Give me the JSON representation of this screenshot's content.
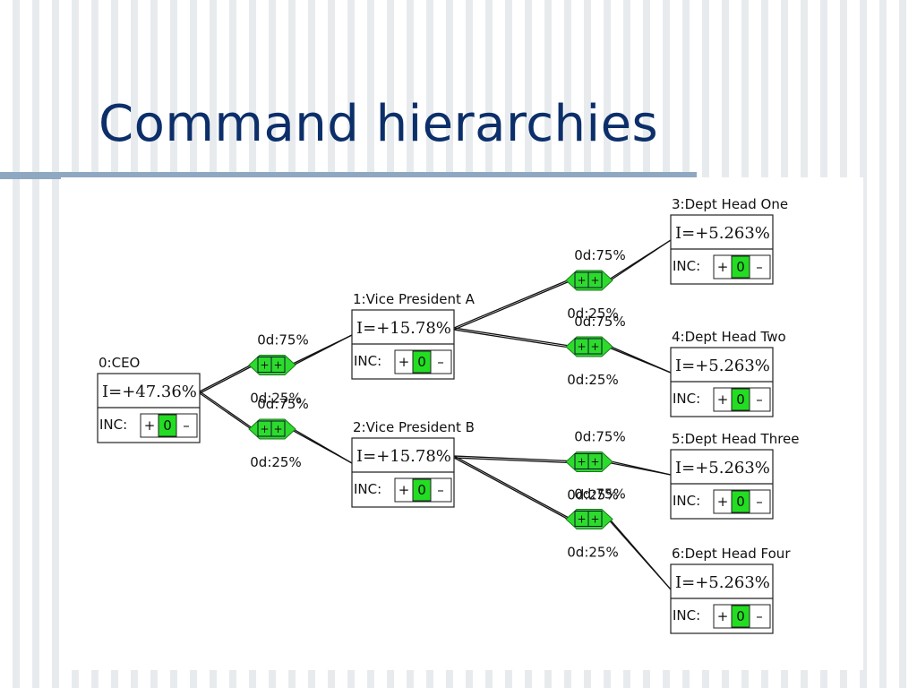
{
  "slide": {
    "title": "Command hierarchies"
  },
  "nodes": [
    {
      "id": "ceo",
      "label": "0:CEO",
      "influence": "I=+47.36%",
      "inc_label": "INC:",
      "plus": "+",
      "value": "0",
      "minus": "–"
    },
    {
      "id": "vpa",
      "label": "1:Vice President A",
      "influence": "I=+15.78%",
      "inc_label": "INC:",
      "plus": "+",
      "value": "0",
      "minus": "–"
    },
    {
      "id": "vpb",
      "label": "2:Vice President B",
      "influence": "I=+15.78%",
      "inc_label": "INC:",
      "plus": "+",
      "value": "0",
      "minus": "–"
    },
    {
      "id": "dh1",
      "label": "3:Dept Head One",
      "influence": "I=+5.263%",
      "inc_label": "INC:",
      "plus": "+",
      "value": "0",
      "minus": "–"
    },
    {
      "id": "dh2",
      "label": "4:Dept Head Two",
      "influence": "I=+5.263%",
      "inc_label": "INC:",
      "plus": "+",
      "value": "0",
      "minus": "–"
    },
    {
      "id": "dh3",
      "label": "5:Dept Head Three",
      "influence": "I=+5.263%",
      "inc_label": "INC:",
      "plus": "+",
      "value": "0",
      "minus": "–"
    },
    {
      "id": "dh4",
      "label": "6:Dept Head Four",
      "influence": "I=+5.263%",
      "inc_label": "INC:",
      "plus": "+",
      "value": "0",
      "minus": "–"
    }
  ],
  "edges": [
    {
      "from": "ceo",
      "to": "vpa",
      "gate_symbol": "+",
      "top_label": "0d:75%",
      "bottom_label": "0d:25%"
    },
    {
      "from": "ceo",
      "to": "vpb",
      "gate_symbol": "+",
      "top_label": "0d:75%",
      "bottom_label": "0d:25%"
    },
    {
      "from": "vpa",
      "to": "dh1",
      "gate_symbol": "+",
      "top_label": "0d:75%",
      "bottom_label": "0d:25%"
    },
    {
      "from": "vpa",
      "to": "dh2",
      "gate_symbol": "+",
      "top_label": "0d:75%",
      "bottom_label": "0d:25%"
    },
    {
      "from": "vpb",
      "to": "dh3",
      "gate_symbol": "+",
      "top_label": "0d:75%",
      "bottom_label": "0d:25%"
    },
    {
      "from": "vpb",
      "to": "dh4",
      "gate_symbol": "+",
      "top_label": "0d:75%",
      "bottom_label": "0d:25%"
    }
  ],
  "colors": {
    "title": "#0c2f6a",
    "gate": "#2ddb2d",
    "counter": "#22dd22"
  }
}
